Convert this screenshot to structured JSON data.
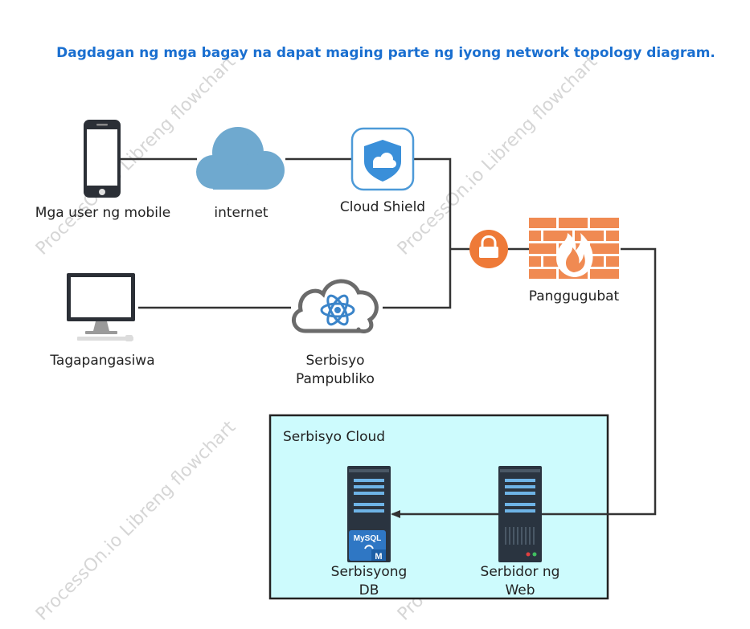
{
  "title": "Dagdagan ng mga bagay na dapat maging parte ng iyong network topology diagram.",
  "nodes": {
    "mobile": {
      "label": "Mga user ng mobile",
      "icon": "smartphone-icon"
    },
    "internet": {
      "label": "internet",
      "icon": "cloud-icon"
    },
    "cloud_shield": {
      "label": "Cloud Shield",
      "icon": "shield-icon"
    },
    "admin": {
      "label": "Tagapangasiwa",
      "icon": "desktop-computer-icon"
    },
    "public_service": {
      "label_line1": "Serbisyo",
      "label_line2": "Pampubliko",
      "icon": "atom-cloud-icon"
    },
    "lock": {
      "icon": "lock-icon"
    },
    "firewall": {
      "label": "Panggugubat",
      "icon": "firewall-icon"
    },
    "db_server": {
      "label_line1": "Serbisyong",
      "label_line2": "DB",
      "icon": "database-server-icon",
      "badge": "MySQL",
      "badge_letter": "M"
    },
    "web_server": {
      "label_line1": "Serbidor ng",
      "label_line2": "Web",
      "icon": "web-server-icon"
    }
  },
  "group": {
    "label": "Serbisyo Cloud"
  },
  "watermark": "ProcessOn.io Libreng flowchart",
  "colors": {
    "title": "#1a6fd0",
    "cloud": "#6fa9cf",
    "firewall": "#f08a52",
    "lock": "#ee7a38",
    "group_fill": "#cdfbfd",
    "server": "#2a3440",
    "mysql": "#2f77c4"
  }
}
